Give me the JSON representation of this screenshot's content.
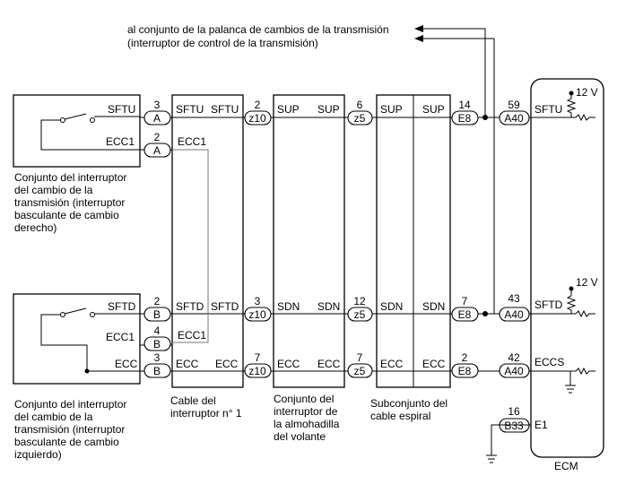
{
  "top_note": {
    "line1": "al conjunto de la palanca de cambios de la transmisión",
    "line2": "(interruptor de control de la transmisión)"
  },
  "voltage_label": "12 V",
  "right_switch": {
    "label_lines": [
      "Conjunto del interruptor",
      "del cambio de la",
      "transmisión (interruptor",
      "basculante de cambio",
      "derecho)"
    ],
    "sftu": "SFTU",
    "ecc1": "ECC1"
  },
  "left_switch": {
    "label_lines": [
      "Conjunto del interruptor",
      "del cambio de la",
      "transmisión (interruptor",
      "basculante de cambio",
      "izquierdo)"
    ],
    "sftd": "SFTD",
    "ecc1": "ECC1",
    "ecc": "ECC"
  },
  "cable1": {
    "label_lines": [
      "Cable del",
      "interruptor n° 1"
    ],
    "sftu": "SFTU",
    "sftu2": "SFTU",
    "ecc1_top": "ECC1",
    "sftd": "SFTD",
    "sftd2": "SFTD",
    "ecc1_bot": "ECC1",
    "ecc": "ECC",
    "ecc2": "ECC"
  },
  "pad": {
    "label_lines": [
      "Conjunto del",
      "interruptor de",
      "la almohadilla",
      "del volante"
    ],
    "sup": "SUP",
    "sup2": "SUP",
    "sdn": "SDN",
    "sdn2": "SDN",
    "ecc": "ECC",
    "ecc2": "ECC"
  },
  "spiral": {
    "label_lines": [
      "Subconjunto del",
      "cable espiral"
    ],
    "sup": "SUP",
    "sup2": "SUP",
    "sdn": "SDN",
    "sdn2": "SDN",
    "ecc": "ECC",
    "ecc2": "ECC"
  },
  "ecm": {
    "label": "ECM",
    "sftu": "SFTU",
    "sftd": "SFTD",
    "eccs": "ECCS",
    "e1": "E1"
  },
  "connectors": {
    "sw_r_sftu": {
      "pin": "3",
      "id": "A"
    },
    "sw_r_ecc1": {
      "pin": "2",
      "id": "A"
    },
    "sw_l_sftd": {
      "pin": "2",
      "id": "B"
    },
    "sw_l_ecc1": {
      "pin": "4",
      "id": "B"
    },
    "sw_l_ecc": {
      "pin": "3",
      "id": "B"
    },
    "z10_sup": {
      "pin": "2",
      "id": "z10"
    },
    "z10_sdn": {
      "pin": "3",
      "id": "z10"
    },
    "z10_ecc": {
      "pin": "7",
      "id": "z10"
    },
    "z5_sup": {
      "pin": "6",
      "id": "z5"
    },
    "z5_sdn": {
      "pin": "12",
      "id": "z5"
    },
    "z5_ecc": {
      "pin": "7",
      "id": "z5"
    },
    "e8_sup": {
      "pin": "14",
      "id": "E8"
    },
    "e8_sdn": {
      "pin": "7",
      "id": "E8"
    },
    "e8_ecc": {
      "pin": "2",
      "id": "E8"
    },
    "a40_sftu": {
      "pin": "59",
      "id": "A40"
    },
    "a40_sftd": {
      "pin": "43",
      "id": "A40"
    },
    "a40_eccs": {
      "pin": "42",
      "id": "A40"
    },
    "b33_e1": {
      "pin": "16",
      "id": "B33"
    }
  }
}
